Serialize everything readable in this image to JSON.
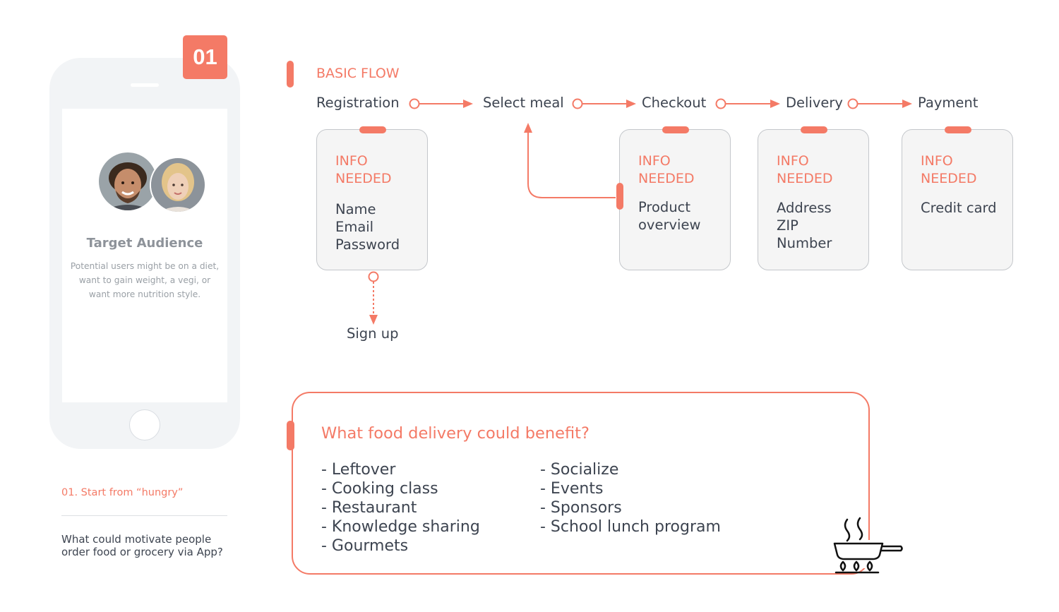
{
  "badge": "01",
  "phone": {
    "title": "Target Audience",
    "description": "Potential users might be on a diet, want to gain weight, a vegi, or want more nutrition style."
  },
  "left_panel": {
    "heading": "01. Start from “hungry”",
    "question": "What could motivate people order food or grocery via App?"
  },
  "flow": {
    "title": "BASIC FLOW",
    "steps": [
      "Registration",
      "Select meal",
      "Checkout",
      "Delivery",
      "Payment"
    ],
    "cards": [
      {
        "head": [
          "INFO",
          "NEEDED"
        ],
        "items": [
          "Name",
          "Email",
          "Password"
        ]
      },
      {
        "head": [
          "INFO",
          "NEEDED"
        ],
        "items": [
          "Product",
          "overview"
        ]
      },
      {
        "head": [
          "INFO",
          "NEEDED"
        ],
        "items": [
          "Address",
          "ZIP",
          "Number"
        ]
      },
      {
        "head": [
          "INFO",
          "NEEDED"
        ],
        "items": [
          "Credit card"
        ]
      }
    ],
    "branch": "Sign up"
  },
  "benefits": {
    "title": "What food delivery could benefit?",
    "col1": [
      "- Leftover",
      "- Cooking class",
      "- Restaurant",
      "- Knowledge sharing",
      "- Gourmets"
    ],
    "col2": [
      "- Socialize",
      "- Events",
      "- Sponsors",
      "- School lunch program"
    ]
  },
  "icons": {
    "decoration": "cooking-pan-icon"
  },
  "colors": {
    "accent": "#f47a66",
    "text": "#3d4450",
    "phone": "#f2f4f6"
  }
}
